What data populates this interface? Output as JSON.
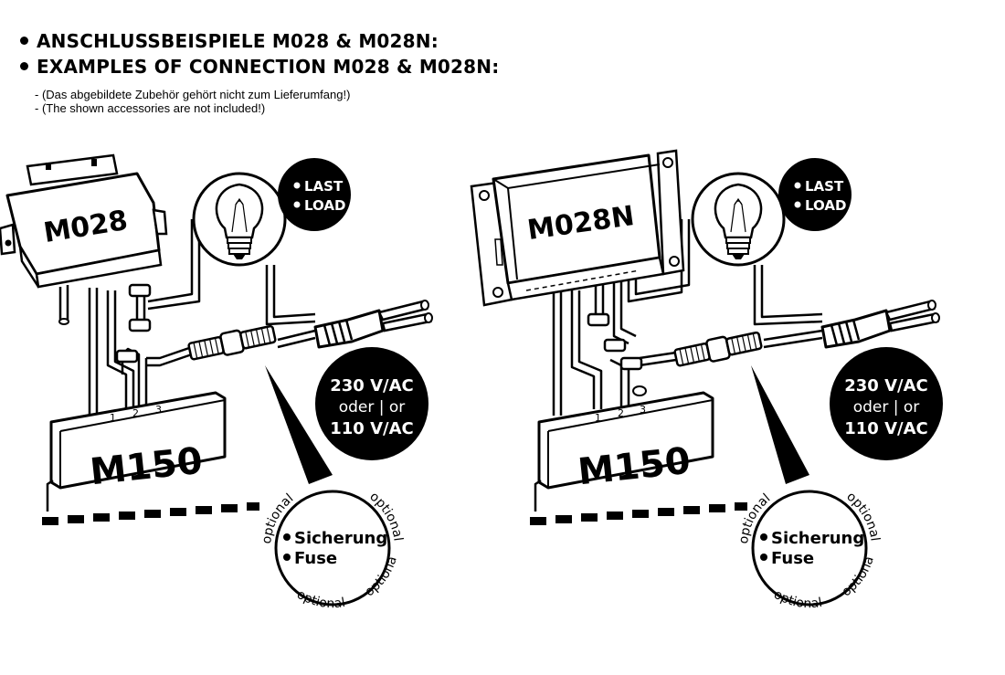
{
  "header": {
    "title_de": "ANSCHLUSSBEISPIELE M028 & M028N:",
    "title_en": "EXAMPLES OF CONNECTION M028 & M028N:",
    "note_de": "- (Das abgebildete Zubehör gehört nicht zum Lieferumfang!)",
    "note_en": "- (The shown accessories are not included!)"
  },
  "diagrams": [
    {
      "device_label": "M028",
      "controller_label": "M150",
      "terminals": [
        "1",
        "2",
        "3"
      ],
      "load_label_de": "LAST",
      "load_label_en": "LOAD",
      "voltage_line1": "230 V/AC",
      "voltage_line2": "oder | or",
      "voltage_line3": "110 V/AC",
      "fuse_label_de": "Sicherung",
      "fuse_label_en": "Fuse",
      "optional_text": "optional"
    },
    {
      "device_label": "M028N",
      "controller_label": "M150",
      "terminals": [
        "1",
        "2",
        "3"
      ],
      "load_label_de": "LAST",
      "load_label_en": "LOAD",
      "voltage_line1": "230 V/AC",
      "voltage_line2": "oder | or",
      "voltage_line3": "110 V/AC",
      "fuse_label_de": "Sicherung",
      "fuse_label_en": "Fuse",
      "optional_text": "optional"
    }
  ]
}
